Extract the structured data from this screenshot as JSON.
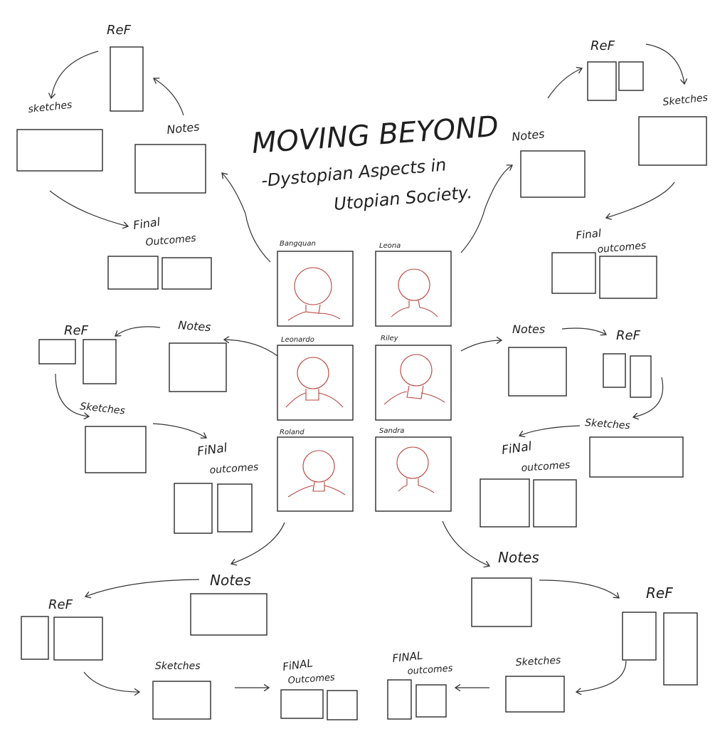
{
  "title": "MOVING BEYOND",
  "subtitle_line1": "-Dystopian Aspects in",
  "subtitle_line2": "Utopian Society.",
  "characters": [
    {
      "name": "Bangquan"
    },
    {
      "name": "Leona"
    },
    {
      "name": "Leonardo"
    },
    {
      "name": "Riley"
    },
    {
      "name": "Roland"
    },
    {
      "name": "Sandra"
    }
  ],
  "labels": {
    "tl_ref": "ReF",
    "tl_sketches": "sketches",
    "tl_notes": "Notes",
    "tl_final1": "Final",
    "tl_final2": "Outcomes",
    "tr_ref": "ReF",
    "tr_sketches": "Sketches",
    "tr_notes": "Notes",
    "tr_final1": "Final",
    "tr_final2": "outcomes",
    "ml_ref": "ReF",
    "ml_notes": "Notes",
    "ml_sketches": "Sketches",
    "ml_final1": "FiNal",
    "ml_final2": "outcomes",
    "mr_notes": "Notes",
    "mr_ref": "ReF",
    "mr_sketches": "Sketches",
    "mr_final1": "FiNal",
    "mr_final2": "outcomes",
    "bl_notes": "Notes",
    "bl_ref": "ReF",
    "bl_sketches": "Sketches",
    "bl_final1": "FiNAL",
    "bl_final2": "Outcomes",
    "br_notes": "Notes",
    "br_ref": "ReF",
    "br_sketches": "Sketches",
    "br_final1": "FINAL",
    "br_final2": "outcomes"
  }
}
